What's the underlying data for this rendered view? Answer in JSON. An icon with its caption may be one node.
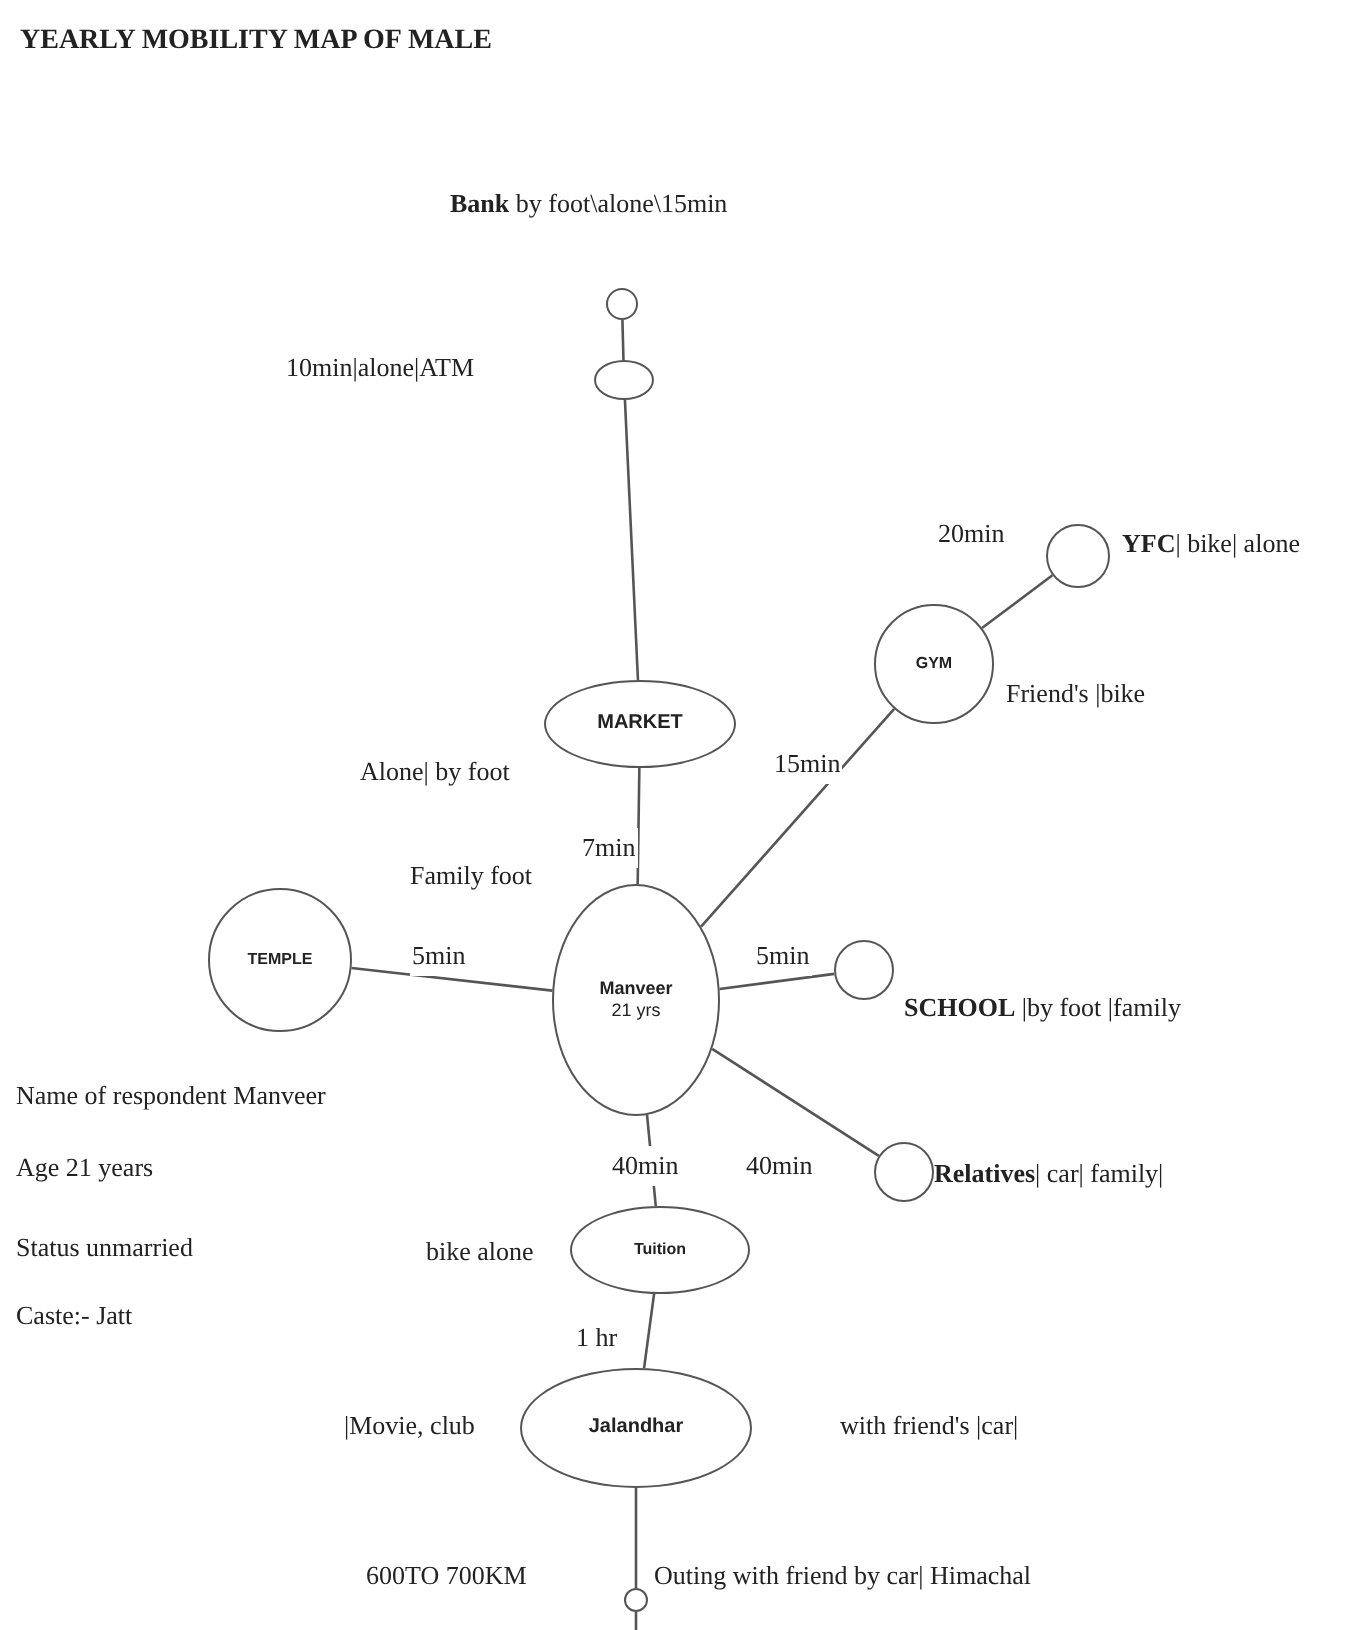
{
  "diagram": {
    "title": "YEARLY MOBILITY MAP OF MALE",
    "nodes": [
      {
        "text": [],
        "shape": "circle",
        "beside": [
          "**Bank** by foot\\alone\\15min"
        ]
      },
      {
        "text": [],
        "shape": "circle"
      },
      {
        "text": [
          "MARKET"
        ]
      },
      {
        "text": [
          "GYM"
        ],
        "beside": [
          "Friend's |bike"
        ]
      },
      {
        "text": [],
        "shape": "circle",
        "beside": [
          "**YFC**| bike| alone"
        ]
      },
      {
        "text": [
          "TEMPLE"
        ]
      },
      {
        "text": [
          "Manveer",
          "21 yrs"
        ]
      },
      {
        "text": [],
        "shape": "circle",
        "beside": [
          "**SCHOOL** |by foot |family"
        ]
      },
      {
        "text": [],
        "shape": "circle",
        "beside": [
          "**Relatives**| car| family|"
        ]
      },
      {
        "text": [
          "Tuition"
        ]
      },
      {
        "text": [
          "Jalandhar"
        ]
      },
      {
        "text": [],
        "shape": "circle",
        "beside": [
          "Outing with friend by car| Himachal"
        ]
      }
    ],
    "edges": [
      {
        "from": 0,
        "to": 1,
        "arrow": "none"
      },
      {
        "from": 1,
        "to": 2,
        "arrow": "none"
      },
      {
        "from": 2,
        "to": 6,
        "arrow": "none",
        "label": "7min"
      },
      {
        "from": 6,
        "to": 3,
        "arrow": "none",
        "label": "15min"
      },
      {
        "from": 3,
        "to": 4,
        "arrow": "none"
      },
      {
        "from": 5,
        "to": 6,
        "arrow": "none",
        "label": "5min"
      },
      {
        "from": 6,
        "to": 7,
        "arrow": "none",
        "label": "5min"
      },
      {
        "from": 6,
        "to": 8,
        "arrow": "none",
        "label": "40min"
      },
      {
        "from": 6,
        "to": 9,
        "arrow": "none",
        "label": "40min"
      },
      {
        "from": 9,
        "to": 10,
        "arrow": "none",
        "label": "1 hr"
      },
      {
        "from": 10,
        "to": 11,
        "arrow": "none"
      },
      {
        "from": 11,
        "to": null,
        "arrow": "none"
      }
    ],
    "labels": [
      "10min|alone|ATM",
      "Alone| by foot",
      "Family foot",
      "20min",
      "bike alone",
      "|Movie, club",
      "with friend's |car|",
      "600TO 700KM",
      "Name of respondent Manveer",
      "Age 21 years",
      "Status unmarried",
      "Caste:- Jatt"
    ]
  }
}
